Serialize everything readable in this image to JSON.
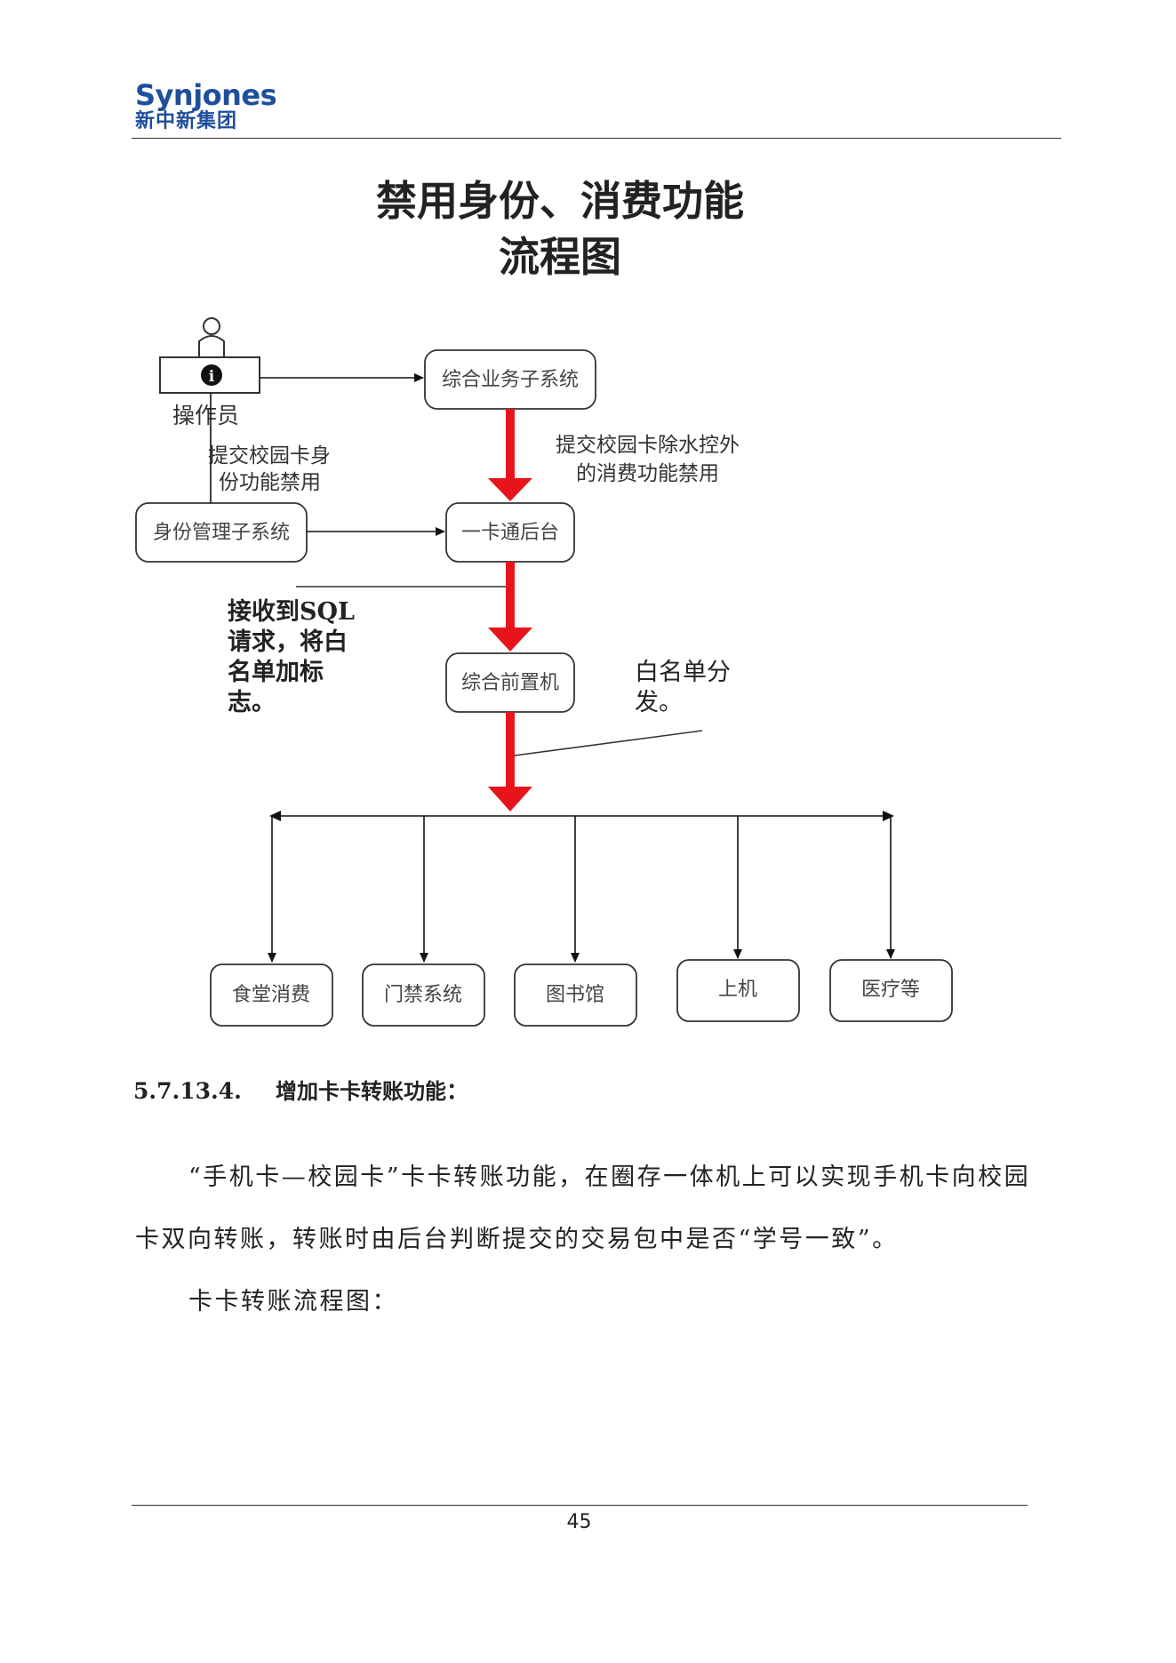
{
  "header": {
    "logo_en": "Synjones",
    "logo_cn": "新中新集团"
  },
  "diagram": {
    "title_line1": "禁用身份、消费功能",
    "title_line2": "流程图",
    "operator_label": "操作员",
    "nodes": {
      "business": "综合业务子系统",
      "identity": "身份管理子系统",
      "backend": "一卡通后台",
      "frontend": "综合前置机"
    },
    "annotations": {
      "submit_identity_1": "提交校园卡身",
      "submit_identity_2": "份功能禁用",
      "submit_consume_1": "提交校园卡除水控外",
      "submit_consume_2": "的消费功能禁用",
      "sql_1": "接收到SQL",
      "sql_2": "请求，将白",
      "sql_3": "名单加标",
      "sql_4": "志。",
      "whitelist_1": "白名单分",
      "whitelist_2": "发。"
    },
    "terminals": [
      "食堂消费",
      "门禁系统",
      "图书馆",
      "上机",
      "医疗等"
    ]
  },
  "section": {
    "number": "5.7.13.4.",
    "title": "增加卡卡转账功能",
    "colon": "："
  },
  "body": {
    "paragraph1": "“手机卡—校园卡”卡卡转账功能，在圈存一体机上可以实现手机卡向校园卡双向转账，转账时由后台判断提交的交易包中是否“学号一致”。",
    "paragraph2": "卡卡转账流程图："
  },
  "footer": {
    "page_number": "45"
  }
}
